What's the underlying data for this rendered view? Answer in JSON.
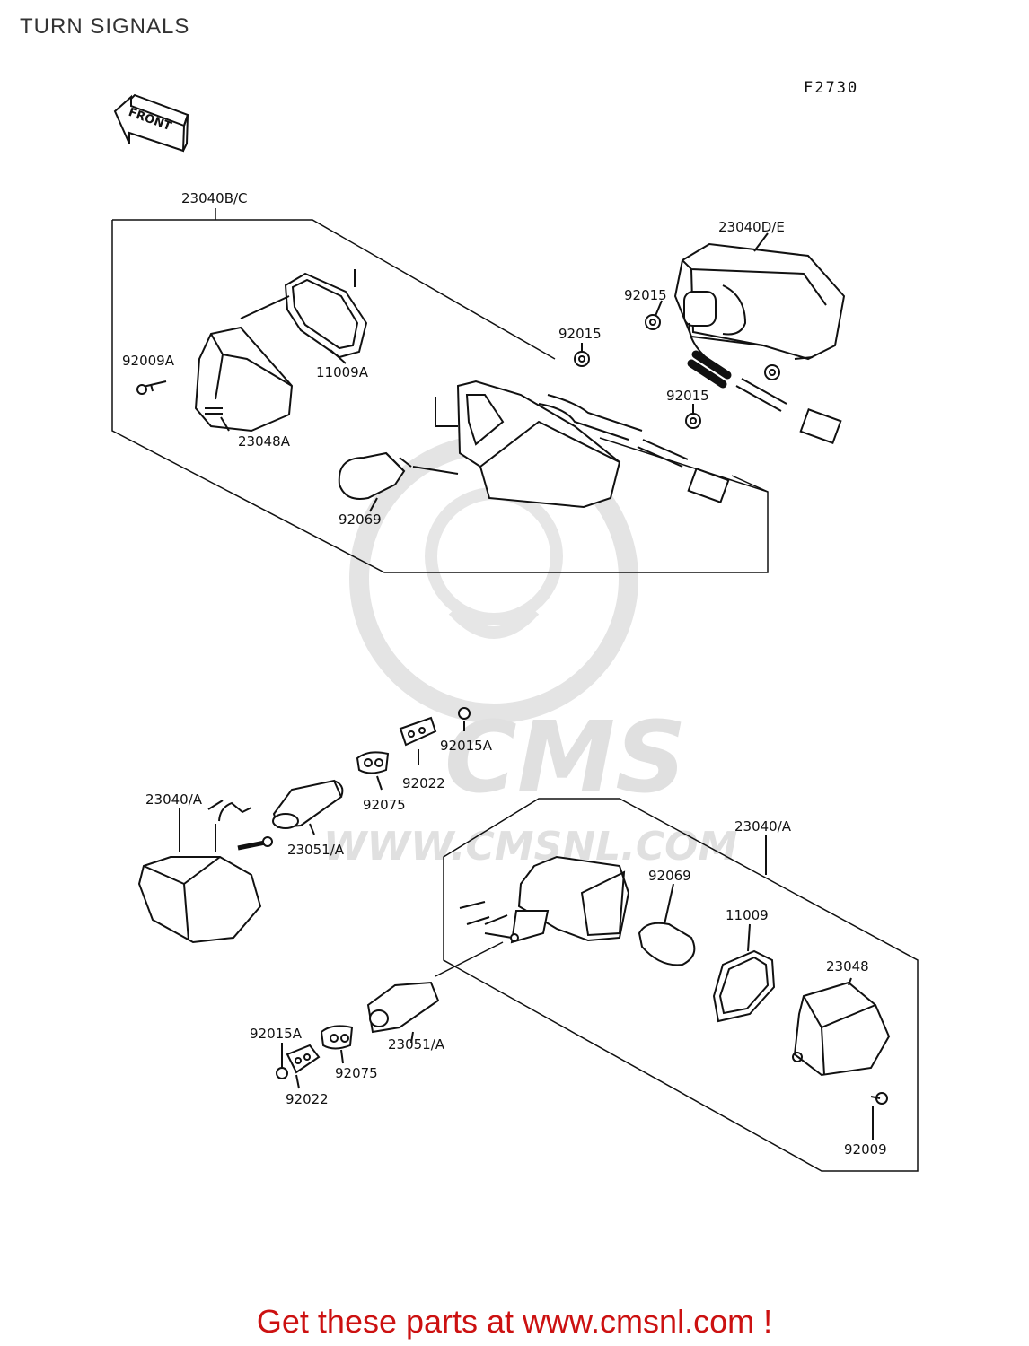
{
  "header": {
    "title": "TURN SIGNALS",
    "figure_code": "F2730"
  },
  "direction_marker": {
    "label": "FRONT"
  },
  "watermark": {
    "brand": "CMS",
    "url": "WWW.CMSNL.COM"
  },
  "part_labels": {
    "assy_front_bc": "23040B/C",
    "assy_front_de": "23040D/E",
    "screw_top": "92009A",
    "gasket_top": "11009A",
    "lens_top": "23048A",
    "nut_top_a": "92015",
    "nut_top_b": "92015",
    "nut_top_c": "92015",
    "bulb_top": "92069",
    "nut_mid": "92015A",
    "plate_mid": "92022",
    "cushion_mid": "92075",
    "stay_mid": "23051/A",
    "assy_rear_left": "23040/A",
    "assy_rear_right": "23040/A",
    "bulb_rear": "92069",
    "gasket_rear": "11009",
    "lens_rear": "23048",
    "stay_low": "23051/A",
    "nut_low": "92015A",
    "cushion_low": "92075",
    "plate_low": "92022",
    "screw_rear": "92009"
  },
  "footer": {
    "link_text": "Get these parts at www.cmsnl.com !"
  }
}
